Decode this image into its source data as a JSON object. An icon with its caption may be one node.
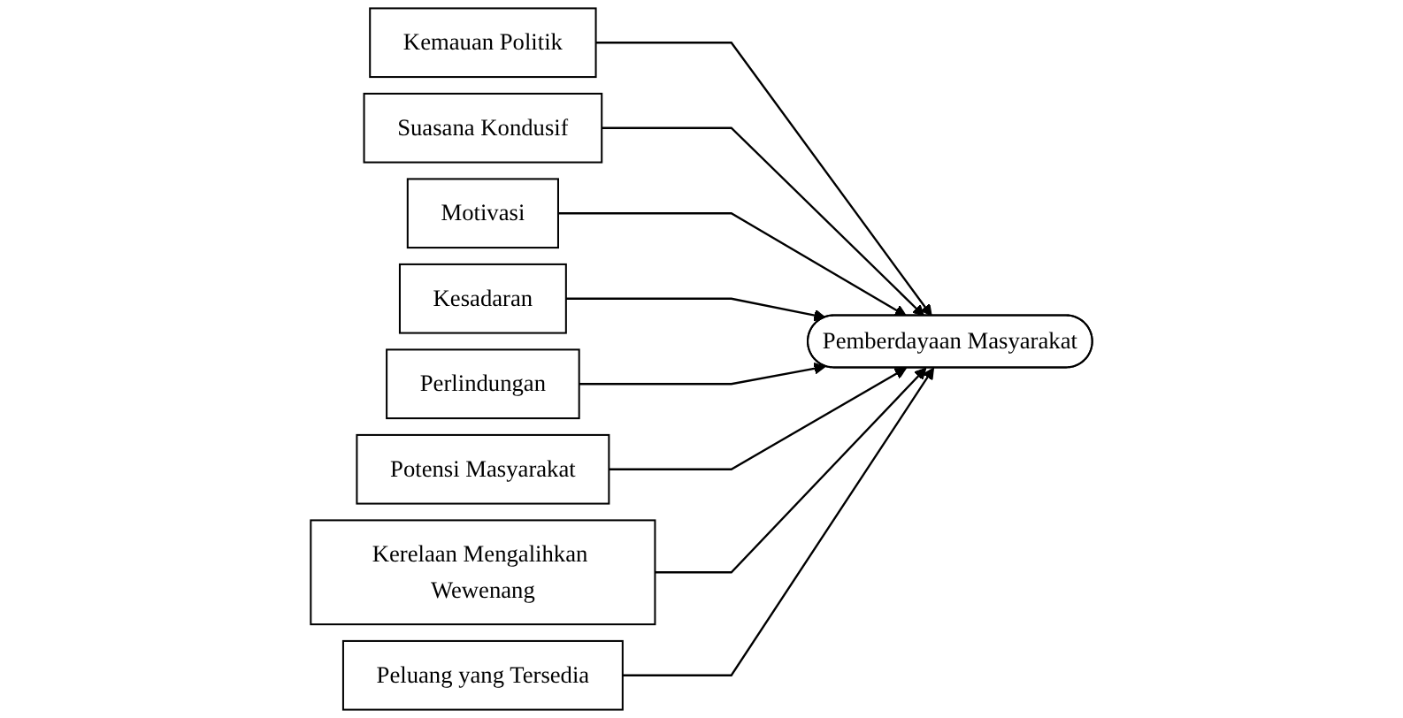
{
  "diagram": {
    "nodes": [
      {
        "text": [
          "Kemauan Politik"
        ]
      },
      {
        "text": [
          "Suasana Kondusif"
        ]
      },
      {
        "text": [
          "Motivasi"
        ]
      },
      {
        "text": [
          "Kesadaran"
        ]
      },
      {
        "text": [
          "Pemberdayaan Masyarakat"
        ]
      },
      {
        "text": [
          "Perlindungan"
        ]
      },
      {
        "text": [
          "Potensi Masyarakat"
        ]
      },
      {
        "text": [
          "Kerelaan Mengalihkan Wewenang"
        ]
      },
      {
        "text": [
          "Peluang yang Tersedia"
        ]
      }
    ],
    "edges": [
      {
        "from": 0,
        "to": 4,
        "arrow": "to"
      },
      {
        "from": 1,
        "to": 4,
        "arrow": "to"
      },
      {
        "from": 2,
        "to": 4,
        "arrow": "to"
      },
      {
        "from": 3,
        "to": 4,
        "arrow": "to"
      },
      {
        "from": 5,
        "to": 4,
        "arrow": "to"
      },
      {
        "from": 6,
        "to": 4,
        "arrow": "to"
      },
      {
        "from": 7,
        "to": 4,
        "arrow": "to"
      },
      {
        "from": 8,
        "to": 4,
        "arrow": "to"
      }
    ]
  }
}
